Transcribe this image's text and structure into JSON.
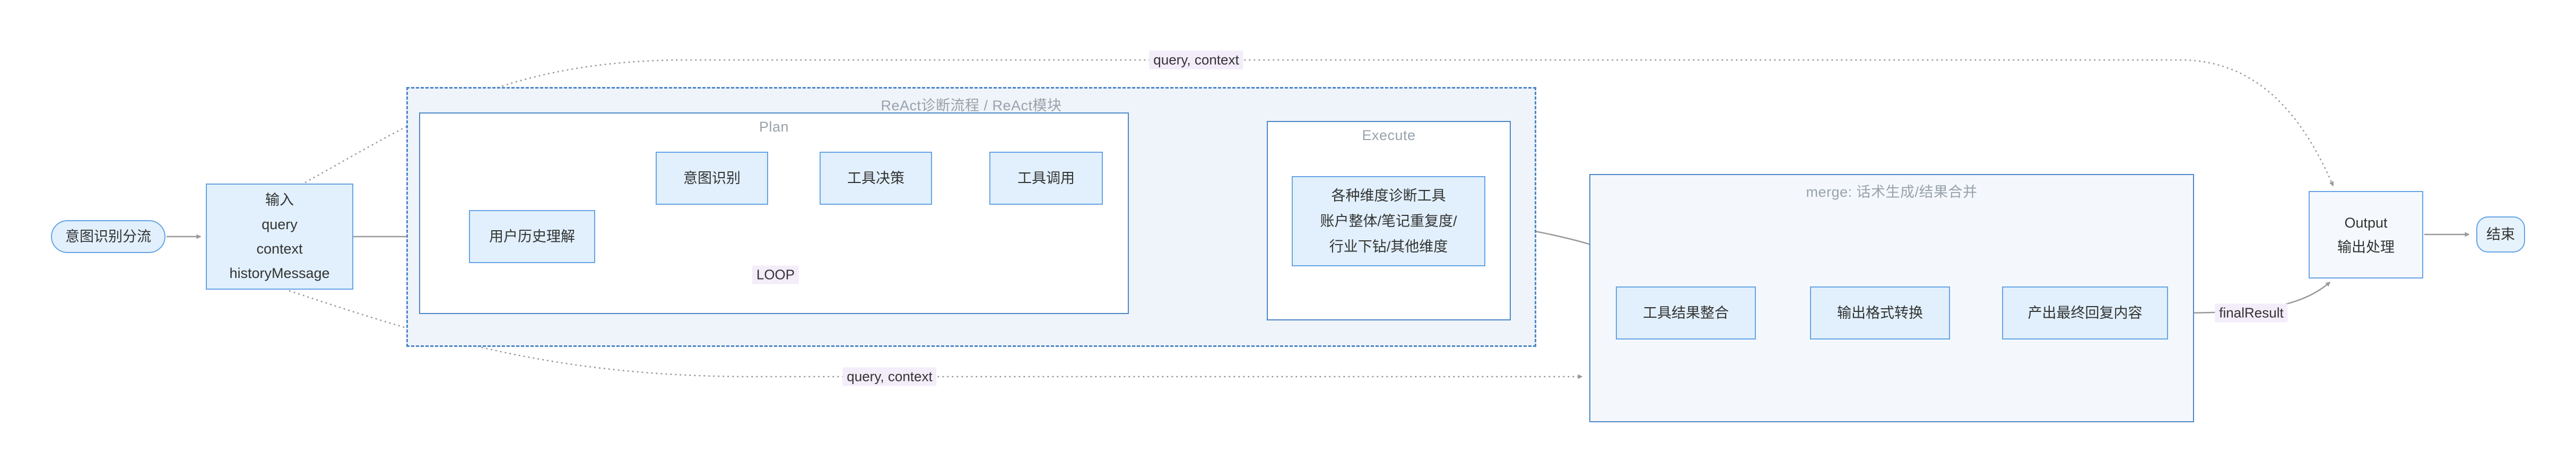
{
  "diagram": {
    "start_node": {
      "label": "意图识别分流"
    },
    "input_node": {
      "lines": [
        "输入",
        "query",
        "context",
        "historyMessage"
      ]
    },
    "react_container": {
      "title": "ReAct诊断流程 / ReAct模块"
    },
    "plan_group": {
      "title": "Plan",
      "nodes": {
        "user_history": "用户历史理解",
        "intent_recognition": "意图识别",
        "tool_decision": "工具决策",
        "tool_call": "工具调用"
      }
    },
    "execute_group": {
      "title": "Execute",
      "diagnostic_node_lines": [
        "各种维度诊断工具",
        "账户整体/笔记重复度/",
        "行业下钻/其他维度"
      ]
    },
    "merge_group": {
      "title": "merge: 话术生成/结果合并",
      "nodes": {
        "tool_result_merge": "工具结果整合",
        "output_format": "输出格式转换",
        "final_content": "产出最终回复内容"
      }
    },
    "output_node": {
      "lines": [
        "Output",
        "输出处理"
      ]
    },
    "end_node": {
      "label": "结束"
    },
    "edge_labels": {
      "query_context_top": "query, context",
      "query_context_bottom": "query, context",
      "loop": "LOOP",
      "final_result": "finalResult"
    },
    "colors": {
      "node_fill": "#e1f0fc",
      "node_border": "#66a3e6",
      "container_border": "#4d86c8",
      "react_fill": "#eef4fa",
      "merge_fill": "#f4f8fc",
      "edge": "#999999",
      "edge_label_bg": "#f3edfa",
      "group_title": "#99a2ac",
      "text": "#333333"
    }
  }
}
